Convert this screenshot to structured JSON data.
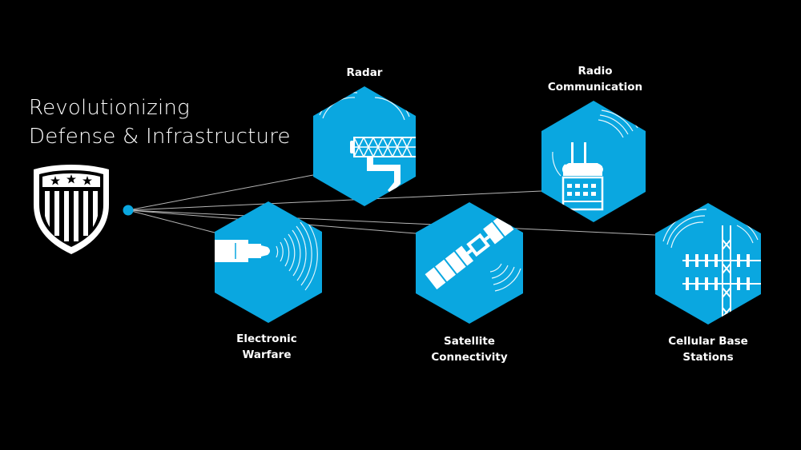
{
  "headline": {
    "line1": "Revolutionizing",
    "line2": "Defense & Infrastructure"
  },
  "colors": {
    "background": "#000000",
    "accent": "#0aa7e0",
    "line": "#b5b5b5",
    "text": "#ffffff"
  },
  "icons": {
    "logo": "shield-stars-stripes-icon",
    "hub": "hub-dot-icon"
  },
  "nodes": [
    {
      "id": "radar",
      "icon": "radar-antenna-icon",
      "label_lines": [
        "Radar"
      ]
    },
    {
      "id": "radio",
      "icon": "radio-transceiver-icon",
      "label_lines": [
        "Radio",
        "Communication"
      ]
    },
    {
      "id": "ew",
      "icon": "directional-emitter-icon",
      "label_lines": [
        "Electronic",
        "Warfare"
      ]
    },
    {
      "id": "satellite",
      "icon": "satellite-icon",
      "label_lines": [
        "Satellite",
        "Connectivity"
      ]
    },
    {
      "id": "cellular",
      "icon": "cell-tower-icon",
      "label_lines": [
        "Cellular Base",
        "Stations"
      ]
    }
  ]
}
